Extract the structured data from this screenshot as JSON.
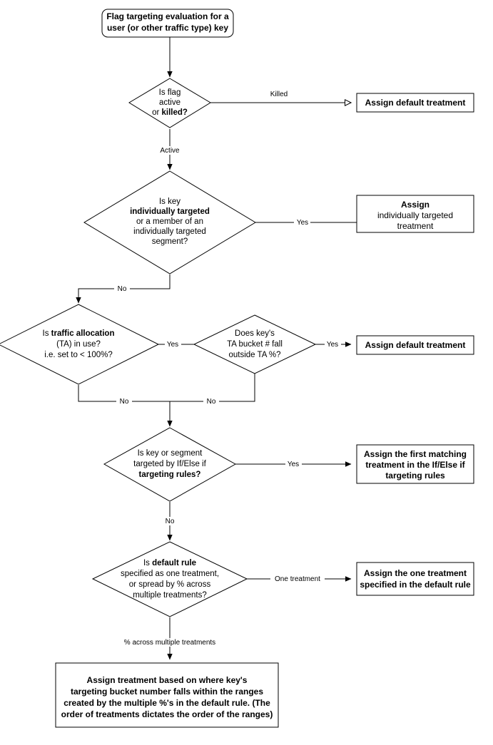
{
  "diagram": {
    "title": "Flag targeting evaluation flowchart",
    "colors": {
      "background": "#ffffff",
      "stroke": "#000000",
      "fill": "#ffffff"
    },
    "nodes": {
      "start": {
        "shape": "rounded-rectangle",
        "lines": [
          {
            "text": "Flag targeting evaluation for a",
            "bold": true
          },
          {
            "text": "user (or other traffic type) key",
            "bold": true
          }
        ]
      },
      "decision_flag_active": {
        "shape": "diamond",
        "lines": [
          {
            "text": "Is flag",
            "bold": false
          },
          {
            "text": "active",
            "bold": false
          },
          {
            "text": "or killed?",
            "bold": false,
            "bold_part": "killed?"
          }
        ]
      },
      "box_default_treatment_1": {
        "shape": "rectangle",
        "lines": [
          {
            "text": "Assign default treatment",
            "bold": true
          }
        ]
      },
      "decision_individually_targeted": {
        "shape": "diamond",
        "lines": [
          {
            "text": "Is key",
            "bold": false
          },
          {
            "text": "individually targeted",
            "bold": true
          },
          {
            "text": "or a member of an",
            "bold": false
          },
          {
            "text": "individually targeted",
            "bold": false
          },
          {
            "text": "segment?",
            "bold": false
          }
        ]
      },
      "box_individually_targeted_treatment": {
        "shape": "rectangle",
        "lines": [
          {
            "text": "Assign",
            "bold": true
          },
          {
            "text": "individually targeted",
            "bold": false
          },
          {
            "text": "treatment",
            "bold": false
          }
        ]
      },
      "decision_traffic_allocation": {
        "shape": "diamond",
        "lines": [
          {
            "text": "Is traffic allocation",
            "bold": false,
            "bold_part": "traffic allocation"
          },
          {
            "text": "(TA) in use?",
            "bold": false
          },
          {
            "text": "i.e. set to < 100%?",
            "bold": false
          }
        ]
      },
      "decision_ta_bucket": {
        "shape": "diamond",
        "lines": [
          {
            "text": "Does key's",
            "bold": false
          },
          {
            "text": "TA bucket # fall",
            "bold": false
          },
          {
            "text": "outside TA %?",
            "bold": false
          }
        ]
      },
      "box_default_treatment_2": {
        "shape": "rectangle",
        "lines": [
          {
            "text": "Assign default treatment",
            "bold": true
          }
        ]
      },
      "decision_if_else_rules": {
        "shape": "diamond",
        "lines": [
          {
            "text": "Is key or segment",
            "bold": false
          },
          {
            "text": "targeted by If/Else if",
            "bold": false
          },
          {
            "text": "targeting rules?",
            "bold": true
          }
        ]
      },
      "box_first_matching_treatment": {
        "shape": "rectangle",
        "lines": [
          {
            "text": "Assign the first matching",
            "bold": true
          },
          {
            "text": "treatment in the If/Else if",
            "bold": true
          },
          {
            "text": "targeting rules",
            "bold": true
          }
        ]
      },
      "decision_default_rule": {
        "shape": "diamond",
        "lines": [
          {
            "text": "Is default rule",
            "bold": false,
            "bold_part": "default rule"
          },
          {
            "text": "specified as one treatment,",
            "bold": false
          },
          {
            "text": "or spread by % across",
            "bold": false
          },
          {
            "text": "multiple treatments?",
            "bold": false
          }
        ]
      },
      "box_one_treatment": {
        "shape": "rectangle",
        "lines": [
          {
            "text": "Assign the one treatment",
            "bold": true
          },
          {
            "text": "specified in the default rule",
            "bold": true
          }
        ]
      },
      "box_percent_spread": {
        "shape": "rectangle",
        "lines": [
          {
            "text": "Assign treatment based on where key's",
            "bold": true
          },
          {
            "text": "targeting bucket number falls within the ranges",
            "bold": true
          },
          {
            "text": "created by the multiple %'s in the default rule. (The",
            "bold": true
          },
          {
            "text": "order of treatments dictates the order of the ranges)",
            "bold": true
          }
        ]
      }
    },
    "edge_labels": {
      "killed": "Killed",
      "active": "Active",
      "yes_individually_targeted": "Yes",
      "no_individually_targeted": "No",
      "yes_traffic_allocation": "Yes",
      "no_traffic_allocation": "No",
      "yes_ta_bucket": "Yes",
      "no_ta_bucket": "No",
      "yes_if_else": "Yes",
      "no_if_else": "No",
      "one_treatment": "One treatment",
      "percent_across": "% across multiple treatments"
    }
  }
}
